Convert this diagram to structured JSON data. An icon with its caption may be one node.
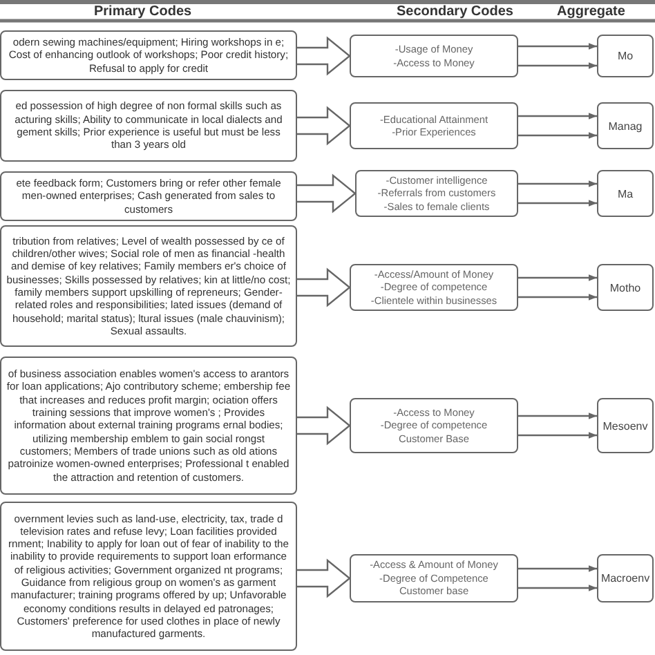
{
  "diagram": {
    "nodes": [
      {
        "text": [
          "odern sewing machines/equipment; Hiring workshops in e; Cost of enhancing outlook of workshops; Poor credit history; Refusal to apply for credit"
        ]
      },
      {
        "text": [
          "-Usage of Money",
          "-Access to Money"
        ]
      },
      {
        "text": [
          "Mo"
        ]
      },
      {
        "text": [
          "ed possession of high degree of non formal skills such as acturing skills; Ability to communicate in local dialects and gement skills; Prior experience is useful but must be less than 3 years old"
        ]
      },
      {
        "text": [
          "-Educational Attainment",
          "-Prior Experiences"
        ]
      },
      {
        "text": [
          "Manag"
        ]
      },
      {
        "text": [
          "ete feedback form; Customers bring or refer other female men-owned enterprises; Cash generated from sales to customers"
        ]
      },
      {
        "text": [
          "-Customer intelligence",
          "-Referrals from customers",
          "-Sales to female clients"
        ]
      },
      {
        "text": [
          "Ma"
        ]
      },
      {
        "text": [
          "tribution from relatives; Level of wealth possessed by ce of children/other wives; Social role of men as financial -health and demise of key relatives; Family members er's choice of businesses; Skills possessed by relatives; kin at little/no cost; family members support upskilling of repreneurs; Gender-related roles and responsibilities; lated issues (demand of household; marital status); ltural issues (male chauvinism); Sexual assaults."
        ]
      },
      {
        "text": [
          "-Access/Amount of Money",
          "-Degree of competence",
          "-Clientele within businesses"
        ]
      },
      {
        "text": [
          "Motho"
        ]
      },
      {
        "text": [
          "of business association enables women's access to arantors for loan applications; Ajo contributory scheme; embership fee that increases and reduces profit margin; ociation offers training sessions that improve women's ; Provides information about external training programs ernal bodies; utilizing membership emblem to gain social rongst customers; Members of trade unions such as old ations patroinize women-owned enterprises; Professional t enabled the attraction and retention of customers."
        ]
      },
      {
        "text": [
          "-Access to Money",
          "-Degree of competence",
          "Customer Base"
        ]
      },
      {
        "text": [
          "Mesoenv"
        ]
      },
      {
        "text": [
          "overnment levies such as land-use, electricity, tax, trade d television rates and refuse levy; Loan facilities provided rnment; Inability to apply for loan out of fear of inability to the inability to provide requirements to support loan erformance of religious activities; Government organized nt programs; Guidance from religious group on women's as garment manufacturer; training programs offered by up; Unfavorable economy conditions results in delayed ed patronages; Customers' preference for used clothes in place of newly manufactured garments."
        ]
      },
      {
        "text": [
          "-Access & Amount of Money",
          "-Degree of Competence",
          "Customer base"
        ]
      },
      {
        "text": [
          "Macroenv"
        ]
      }
    ],
    "edges": [
      {
        "from": 0,
        "to": 1,
        "arrow": "to"
      },
      {
        "from": 1,
        "to": 2,
        "arrow": "to"
      },
      {
        "from": 1,
        "to": 2,
        "arrow": "to"
      },
      {
        "from": 3,
        "to": 4,
        "arrow": "to"
      },
      {
        "from": 4,
        "to": 5,
        "arrow": "to"
      },
      {
        "from": 4,
        "to": 5,
        "arrow": "to"
      },
      {
        "from": 6,
        "to": 7,
        "arrow": "to"
      },
      {
        "from": 7,
        "to": 8,
        "arrow": "to"
      },
      {
        "from": 7,
        "to": 8,
        "arrow": "to"
      },
      {
        "from": 9,
        "to": 10,
        "arrow": "to"
      },
      {
        "from": 10,
        "to": 11,
        "arrow": "to"
      },
      {
        "from": 10,
        "to": 11,
        "arrow": "to"
      },
      {
        "from": 12,
        "to": 13,
        "arrow": "to"
      },
      {
        "from": 13,
        "to": 14,
        "arrow": "to"
      },
      {
        "from": 13,
        "to": 14,
        "arrow": "to"
      },
      {
        "from": 15,
        "to": 16,
        "arrow": "to"
      },
      {
        "from": 16,
        "to": 17,
        "arrow": "to"
      },
      {
        "from": 16,
        "to": 17,
        "arrow": "to"
      }
    ],
    "labels": [
      "Primary Codes",
      "Secondary Codes",
      "Aggregate"
    ]
  }
}
